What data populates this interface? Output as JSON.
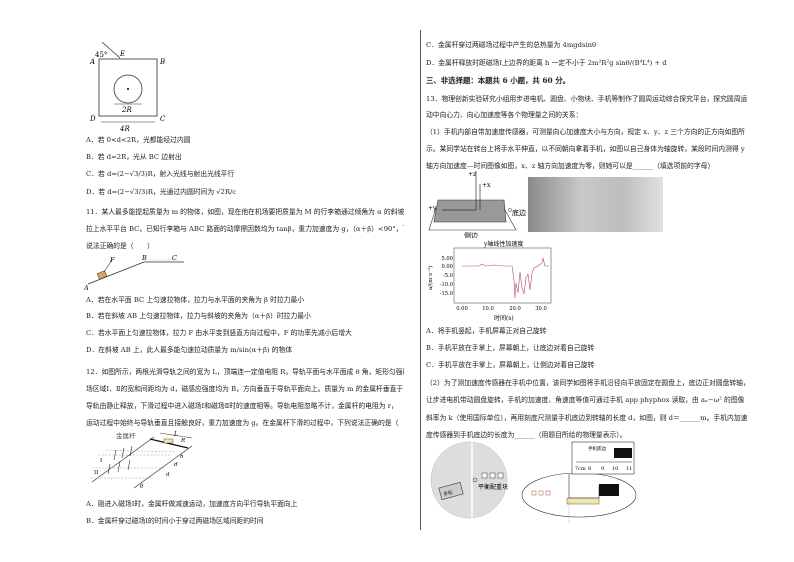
{
  "left": {
    "fig_square": {
      "angle": "45°",
      "labels": [
        "A",
        "B",
        "C",
        "D",
        "E"
      ],
      "diameter": "2R",
      "side": "4R"
    },
    "q10_options": [
      "A．若 0<d<2R，光都能经过内圆",
      "B．若 d=2R，光从 BC 边射出",
      "C．若 d=(2−√3/3)R，射入光线与射出光线平行",
      "D．若 d=(2−√3/3)R，光通过内圆时间为 √2R/c"
    ],
    "q11_stem": [
      "11．某人最多能提起质量为 m 的物体，如图，现在他在机场要把质量为 M 的行李箱通过倾角为 α 的斜坡",
      "拉上水平平台 BC，已知行李箱与 ABC 路面的动摩擦因数均为 tanβ，重力加速度为 g，（α＋β）<90°，下列",
      "说法正确的是（　　）"
    ],
    "fig_slope": {
      "labels": [
        "A",
        "B",
        "C",
        "F"
      ]
    },
    "q11_options": [
      "A．若在水平面 BC 上匀速拉物体，拉力与水平面的夹角为 β 时拉力最小",
      "B．若在斜坡 AB 上匀速拉物体，拉力与斜坡的夹角为（α＋β）时拉力最小",
      "C．若水平面上匀速拉物体，拉力 F 由水平变到竖直方向过程中，F 的功率先减小后增大",
      "D．在斜坡 AB 上，此人最多能匀速拉动质量为 m/sin(α＋β) 的物体"
    ],
    "q12_stem": [
      "12．如图所示，两根光滑导轨之间的宽为 L，顶端连一定值电阻 R，导轨平面与水平面成 θ 角，矩形匀强磁",
      "场区域Ⅰ、Ⅱ的宽和间距均为 d，磁感应强度均为 B，方向垂直于导轨平面向上。质量为 m 的金属杆垂直于",
      "导轨由静止释放，下滑过程中进入磁场Ⅰ和磁场Ⅱ时的速度相等。导轨电阻忽略不计，金属杆的电阻为 r，",
      "运动过程中始终与导轨垂直且接触良好，重力加速度为 g。在金属杆下滑的过程中，下列说法正确的是（　　）"
    ],
    "fig_rails": {
      "rod_label": "金属杆",
      "L": "L",
      "R": "R",
      "h": "h",
      "d": "d",
      "I": "I",
      "II": "II",
      "theta": "θ"
    },
    "q12_options": [
      "A．刚进入磁场Ⅰ时，金属杆做减速运动，加速度方向平行导轨平面向上",
      "B．金属杆穿过磁场Ⅰ的时间小于穿过两磁场区域间距的时间"
    ]
  },
  "right": {
    "q12_options_cont": [
      "C．金属杆穿过两磁场过程中产生的总热量为 4mgdsinθ",
      "D．金属杆释放时距磁场Ⅰ上边界的距离 h 一定不小于 2m²R²g sinθ/(B⁴L⁴) + d"
    ],
    "section3": "三、非选择题：本题共 6 小题，共 60 分。",
    "q13_stem": [
      "13．物理创新实验研究小组用步进电机、圆盘、小物块、手机等制作了圆周运动综合探究平台，探究圆周运",
      "动中向心力、向心加速度等各个物理量之间的关系：",
      "（1）手机内部自带加速度传感器，可测量向心加速度大小与方向，规定 x、y、z 三个方向的正方向如图所",
      "示。某同学站在转台上将手水平伸直，以不同朝向拿着手机，如图以自己身体为轴旋转，某段时间内测得 y",
      "轴方向加速度—时间图像如图，x、z 轴方向加速度为零，则她可以是______（填选项前的字母）"
    ],
    "fig_phone": {
      "z": "+z",
      "x": "+x",
      "y": "+y",
      "bottom_edge": "底边",
      "side_edge": "侧边"
    },
    "chart": {
      "title": "y轴线性加速度",
      "ylabel": "a/(m·s⁻²)",
      "xlabel": "时间(s)",
      "yticks": [
        "5.00",
        "0.00",
        "-5.0",
        "-10.0",
        "-15.0"
      ],
      "xticks": [
        "0.00",
        "10.0",
        "20.0",
        "30.0"
      ]
    },
    "q13_options": [
      "A．将手机竖起，手机屏幕正对自己旋转",
      "B．手机平放在手掌上，屏幕朝上，让底边对着自己旋转",
      "C．手机平放在手掌上，屏幕朝上，让侧边对着自己旋转"
    ],
    "q13_part2": [
      "（2）为了测加速度传感器在手机中位置，该同学如图将手机沿径向平放固定在圆盘上，底边正对圆盘转轴，",
      "让步进电机带动圆盘旋转，手机的加速度、角速度等值可通过手机 app phyphox 读取，由 aₙ−ω² 的图像",
      "斜率为 k（使用国际单位），再用刻度尺测量手机底边到转轴的长度 d，如图，则 d＝______m。手机内加速",
      "度传感器到手机底边的长度为______（用题目所给的物理量表示）。"
    ],
    "fig_disc": {
      "phone": "手机",
      "counterweight": "平衡配重块",
      "phone_bottom": "手机底边",
      "ruler": [
        "7cm",
        "8",
        "9",
        "10",
        "11"
      ]
    }
  }
}
